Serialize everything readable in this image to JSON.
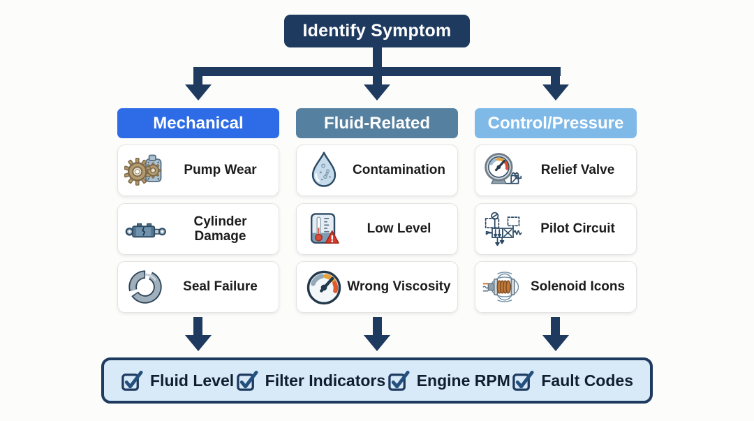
{
  "header": {
    "title": "Identify Symptom",
    "bg": "#1e3a5f",
    "text_color": "#ffffff"
  },
  "columns": [
    {
      "label": "Mechanical",
      "color": "#2d6ce6",
      "cards": [
        {
          "label": "Pump Wear",
          "icon": "pump-gears-icon"
        },
        {
          "label": "Cylinder Damage",
          "icon": "hydraulic-cylinder-icon"
        },
        {
          "label": "Seal Failure",
          "icon": "broken-seal-ring-icon"
        }
      ]
    },
    {
      "label": "Fluid-Related",
      "color": "#56809f",
      "cards": [
        {
          "label": "Contamination",
          "icon": "contaminated-droplet-icon"
        },
        {
          "label": "Low Level",
          "icon": "low-level-warning-icon"
        },
        {
          "label": "Wrong Viscosity",
          "icon": "viscosity-gauge-icon"
        }
      ]
    },
    {
      "label": "Control/Pressure",
      "color": "#7fb9e8",
      "cards": [
        {
          "label": "Relief Valve",
          "icon": "pressure-gauge-valve-icon"
        },
        {
          "label": "Pilot Circuit",
          "icon": "pilot-circuit-schematic-icon"
        },
        {
          "label": "Solenoid Icons",
          "icon": "solenoid-coil-icon"
        }
      ]
    }
  ],
  "checklist": {
    "bg": "#d8e9f8",
    "border_color": "#1e3a5f",
    "items": [
      {
        "label": "Fluid Level",
        "checked": true
      },
      {
        "label": "Filter Indicators",
        "checked": true
      },
      {
        "label": "Engine RPM",
        "checked": true
      },
      {
        "label": "Fault Codes",
        "checked": true
      }
    ]
  },
  "colors": {
    "arrow": "#1e3a5f",
    "background": "#fcfcfb",
    "card_bg": "#ffffff"
  }
}
